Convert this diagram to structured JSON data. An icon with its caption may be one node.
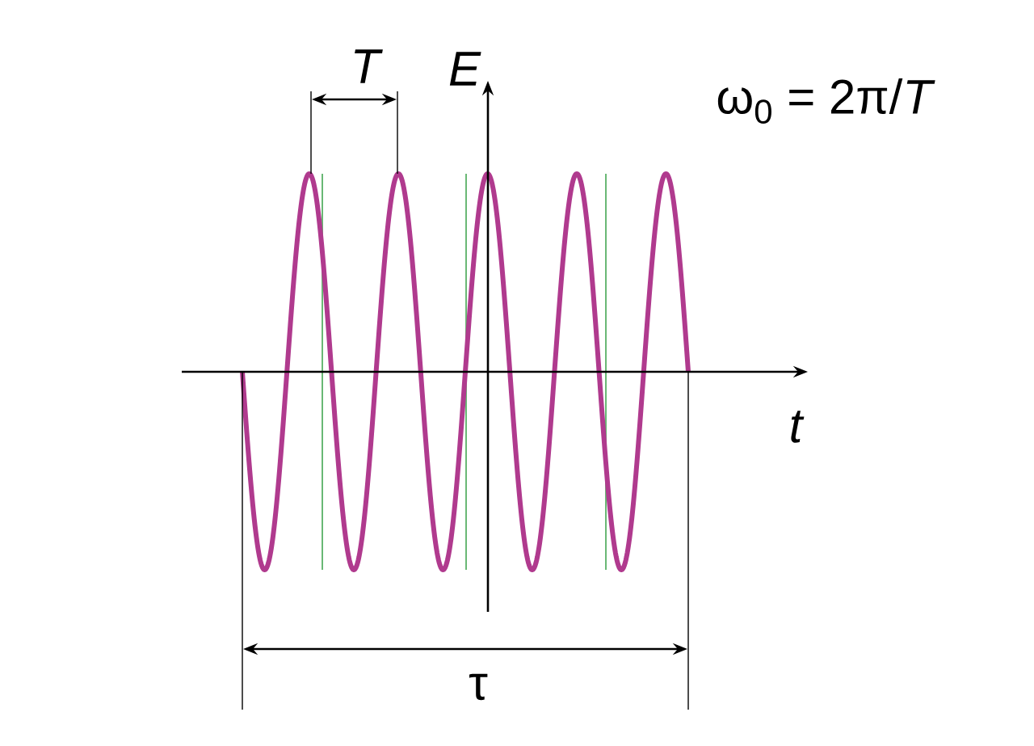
{
  "diagram": {
    "labels": [
      "T",
      "E",
      "ω$_{0}$ = 2π/*T*",
      "t",
      "τ"
    ]
  }
}
